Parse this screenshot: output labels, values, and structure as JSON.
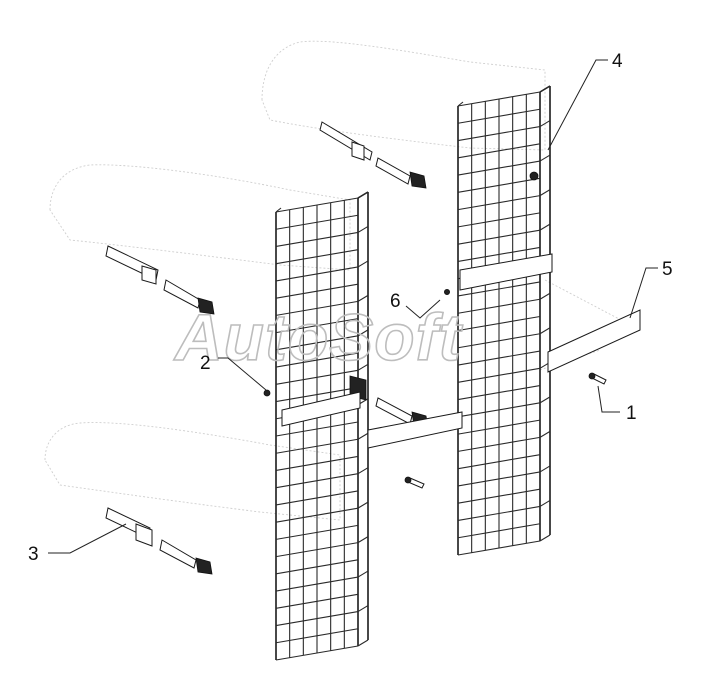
{
  "watermark": "AutoSoft",
  "callouts": [
    {
      "id": "1",
      "label": "1"
    },
    {
      "id": "2",
      "label": "2"
    },
    {
      "id": "3",
      "label": "3"
    },
    {
      "id": "4",
      "label": "4"
    },
    {
      "id": "5",
      "label": "5"
    },
    {
      "id": "6",
      "label": "6"
    }
  ],
  "colors": {
    "line": "#1a1a1a",
    "ghost": "#cfcfcf",
    "watermark": "#bdbdbd"
  }
}
